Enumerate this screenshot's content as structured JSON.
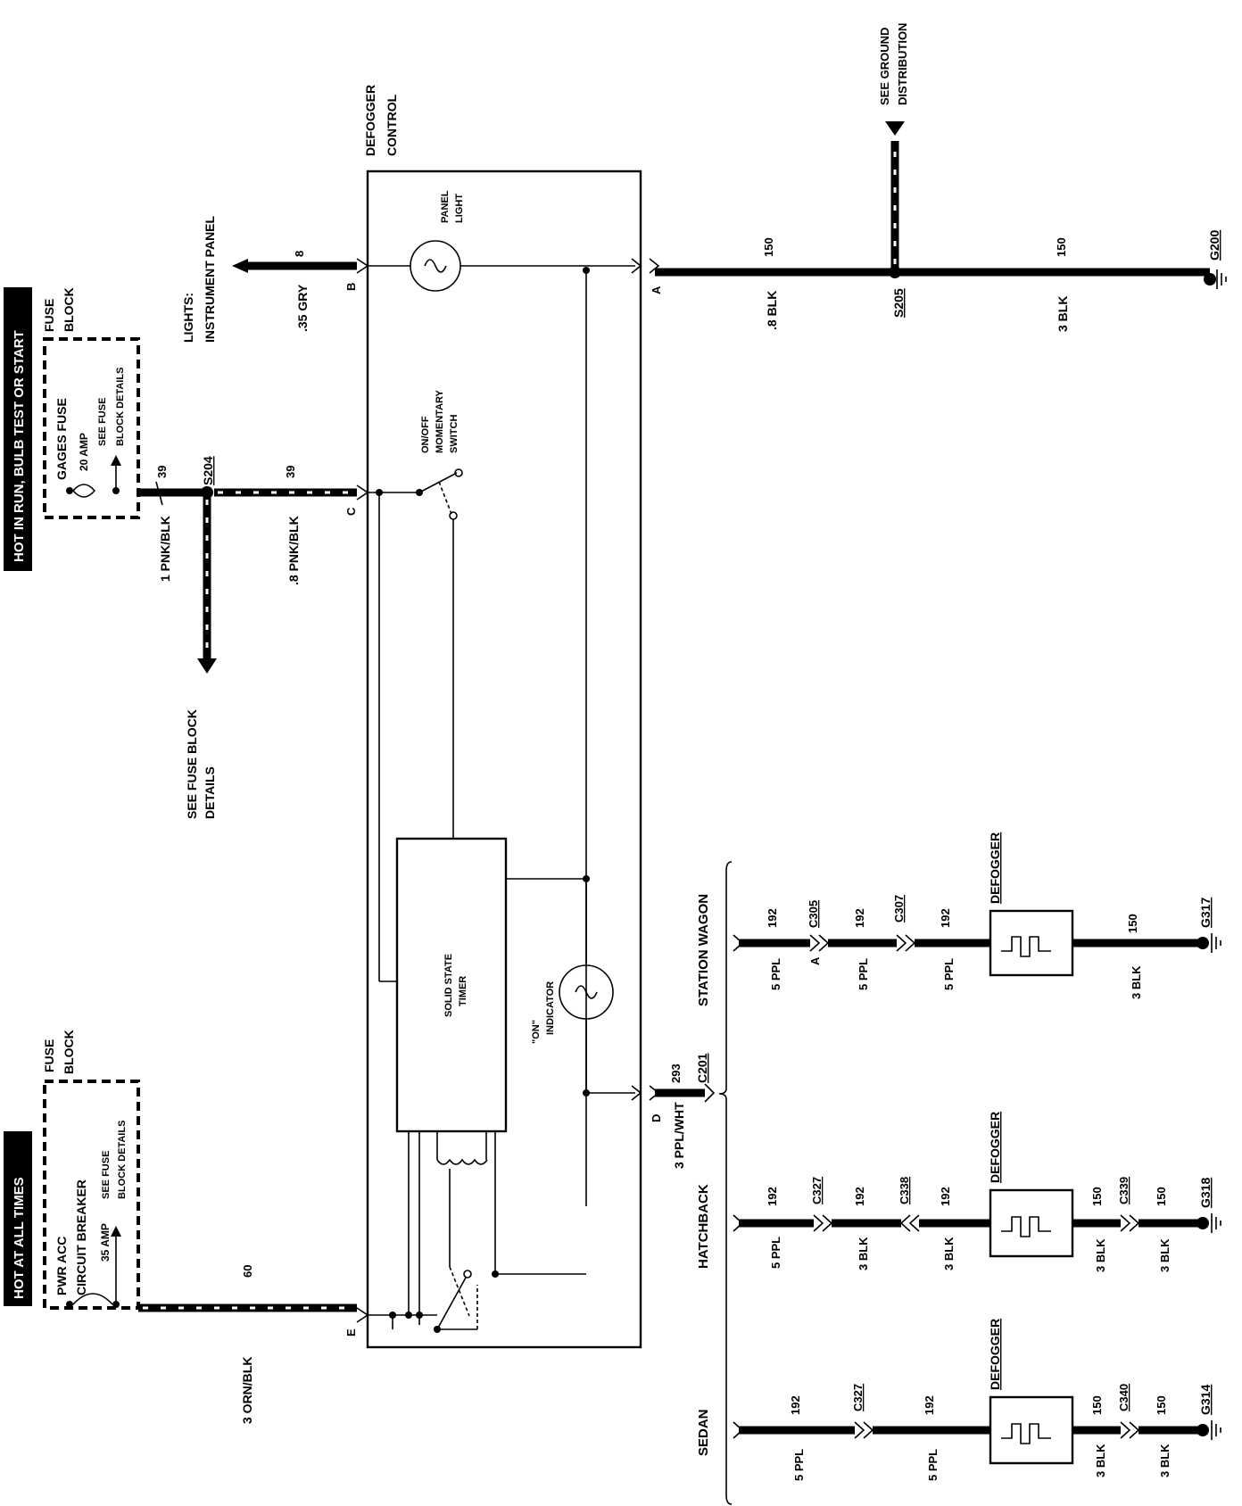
{
  "labels": {
    "hot_run": "HOT IN RUN, BULB TEST OR START",
    "hot_all": "HOT AT ALL TIMES",
    "fuse_block": "FUSE",
    "fuse_block2": "BLOCK",
    "gages_fuse": "GAGES FUSE",
    "gages_amp": "20 AMP",
    "see_fuse1": "SEE FUSE",
    "see_fuse2": "BLOCK DETAILS",
    "pwr_acc": "PWR ACC",
    "circuit_breaker": "CIRCUIT BREAKER",
    "cb_amp": "35 AMP",
    "lights": "LIGHTS:",
    "instrument_panel": "INSTRUMENT PANEL",
    "see_fuse_block_details1": "SEE FUSE BLOCK",
    "see_fuse_block_details2": "DETAILS",
    "defogger_control1": "DEFOGGER",
    "defogger_control2": "CONTROL",
    "panel_light1": "PANEL",
    "panel_light2": "LIGHT",
    "switch1": "ON/OFF",
    "switch2": "MOMENTARY",
    "switch3": "SWITCH",
    "timer1": "SOLID STATE",
    "timer2": "TIMER",
    "indicator1": "\"ON\"",
    "indicator2": "INDICATOR",
    "see_ground1": "SEE GROUND",
    "see_ground2": "DISTRIBUTION",
    "station_wagon": "STATION WAGON",
    "hatchback": "HATCHBACK",
    "sedan": "SEDAN",
    "defogger": "DEFOGGER"
  },
  "wires": {
    "w39a_num": "39",
    "w39a_label": "1 PNK/BLK",
    "w39b_num": "39",
    "w39b_label": ".8 PNK/BLK",
    "w8_num": "8",
    "w8_label": ".35 GRY",
    "w150a_num": "150",
    "w150a_label": ".8 BLK",
    "w150b_num": "150",
    "w150b_label": "3 BLK",
    "w60_num": "60",
    "w60_label": "3 ORN/BLK",
    "w293_num": "293",
    "w293_label": "3 PPL/WHT"
  },
  "pins": {
    "a": "A",
    "b": "B",
    "c": "C",
    "d": "D",
    "e": "E",
    "a2": "A"
  },
  "splices": {
    "s204": "S204",
    "s205": "S205"
  },
  "connectors": {
    "c201": "C201",
    "c305": "C305",
    "c307": "C307",
    "c327h": "C327",
    "c338": "C338",
    "c339": "C339",
    "c327s": "C327",
    "c340": "C340"
  },
  "grounds": {
    "g200": "G200",
    "g317": "G317",
    "g318": "G318",
    "g314": "G314"
  },
  "wagon": {
    "n1": "192",
    "l1": "5 PPL",
    "n2": "192",
    "l2": "5 PPL",
    "n3": "192",
    "l3": "5 PPL",
    "n4": "150",
    "l4": "3 BLK"
  },
  "hatch": {
    "n1": "192",
    "l1": "5 PPL",
    "n2": "192",
    "l2": "3 BLK",
    "n3": "192",
    "l3": "3 BLK",
    "n4": "150",
    "l4": "3 BLK",
    "n5": "150",
    "l5": "3 BLK"
  },
  "sedan": {
    "n1": "192",
    "l1": "5 PPL",
    "n2": "192",
    "l2": "5 PPL",
    "n3": "150",
    "l3": "3 BLK",
    "n4": "150",
    "l4": "3 BLK"
  }
}
